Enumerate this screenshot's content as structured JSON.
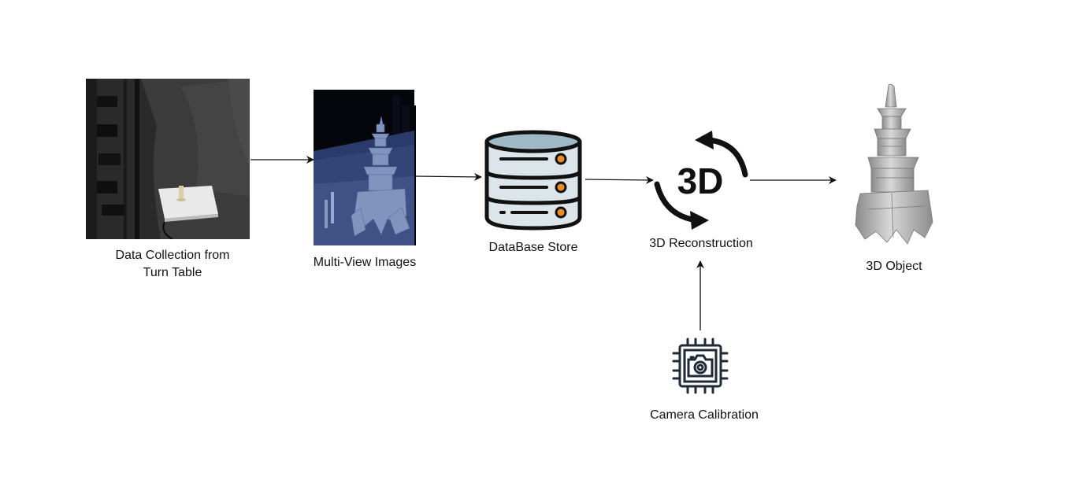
{
  "nodes": {
    "data_collection": {
      "label_line1": "Data Collection from",
      "label_line2": "Turn Table"
    },
    "multi_view": {
      "label": "Multi-View Images"
    },
    "database": {
      "label": "DataBase Store"
    },
    "reconstruction": {
      "label": "3D Reconstruction",
      "icon_text": "3D"
    },
    "object_3d": {
      "label": "3D Object"
    },
    "calibration": {
      "label": "Camera Calibration"
    }
  },
  "colors": {
    "db_fill": "#dbe5ea",
    "db_top": "#9fb9c7",
    "db_light": "#f08a24",
    "stroke": "#111111",
    "statue_blue": "#7d8db8",
    "object_grey": "#a9a9a9"
  },
  "icons": [
    "turntable-photo",
    "multi-view-images",
    "database-icon",
    "3d-rotate-icon",
    "3d-object-render",
    "camera-chip-icon"
  ]
}
